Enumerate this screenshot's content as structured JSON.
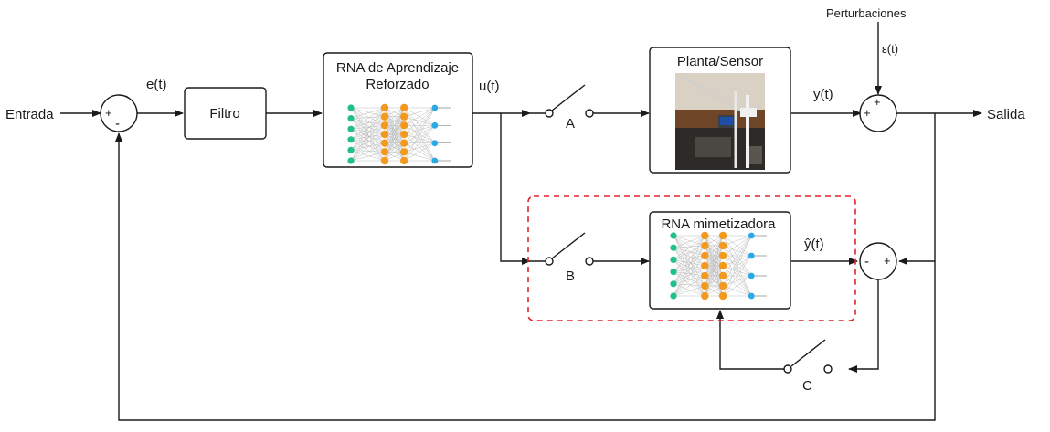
{
  "labels": {
    "input": "Entrada",
    "output": "Salida",
    "disturbances": "Perturbaciones",
    "epsilon": "ε(t)",
    "error": "e(t)",
    "control": "u(t)",
    "plant_output": "y(t)",
    "estimate": "ŷ(t)"
  },
  "blocks": {
    "filter": "Filtro",
    "rl_network_line1": "RNA de Aprendizaje",
    "rl_network_line2": "Reforzado",
    "plant": "Planta/Sensor",
    "mimic_network": "RNA mimetizadora"
  },
  "switches": {
    "a": "A",
    "b": "B",
    "c": "C"
  },
  "summing_signs": {
    "sum1_plus": "+",
    "sum1_minus": "-",
    "sum2_plus_left": "+",
    "sum2_plus_top": "+",
    "sum3_minus": "-",
    "sum3_plus": "+"
  },
  "colors": {
    "wire": "#1a1a1a",
    "highlight_dashed_box": "#e0242a",
    "nn_input_nodes": "#1fbf8f",
    "nn_hidden_nodes": "#f39a1e",
    "nn_output_nodes": "#29a9e8"
  }
}
